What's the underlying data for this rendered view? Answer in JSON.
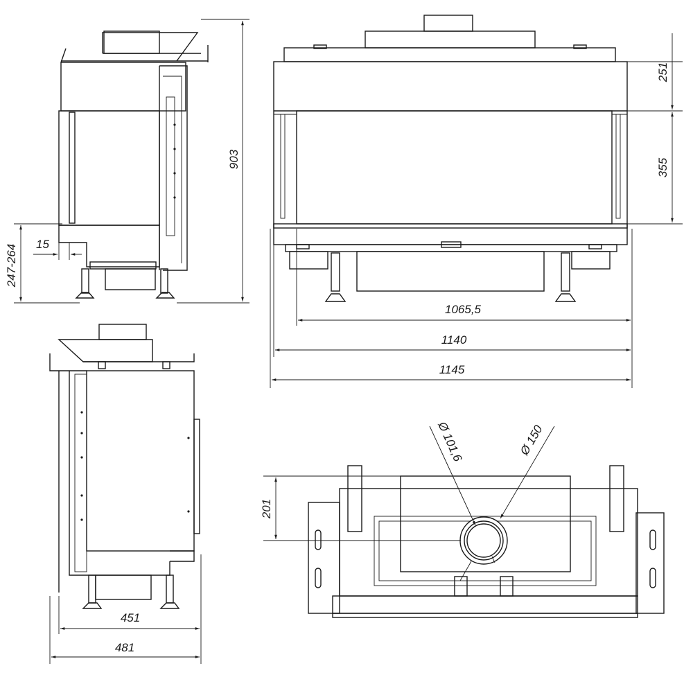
{
  "dimensions": {
    "height_total": "903",
    "height_top": "251",
    "height_window": "355",
    "leg_height": "247-264",
    "offset_small": "15",
    "width_glass": "1065,5",
    "width_body": "1140",
    "width_total": "1145",
    "depth_body": "451",
    "depth_total": "481",
    "flue_offset": "201",
    "flue_inner": "Ø 101,6",
    "flue_outer": "Ø 150"
  }
}
